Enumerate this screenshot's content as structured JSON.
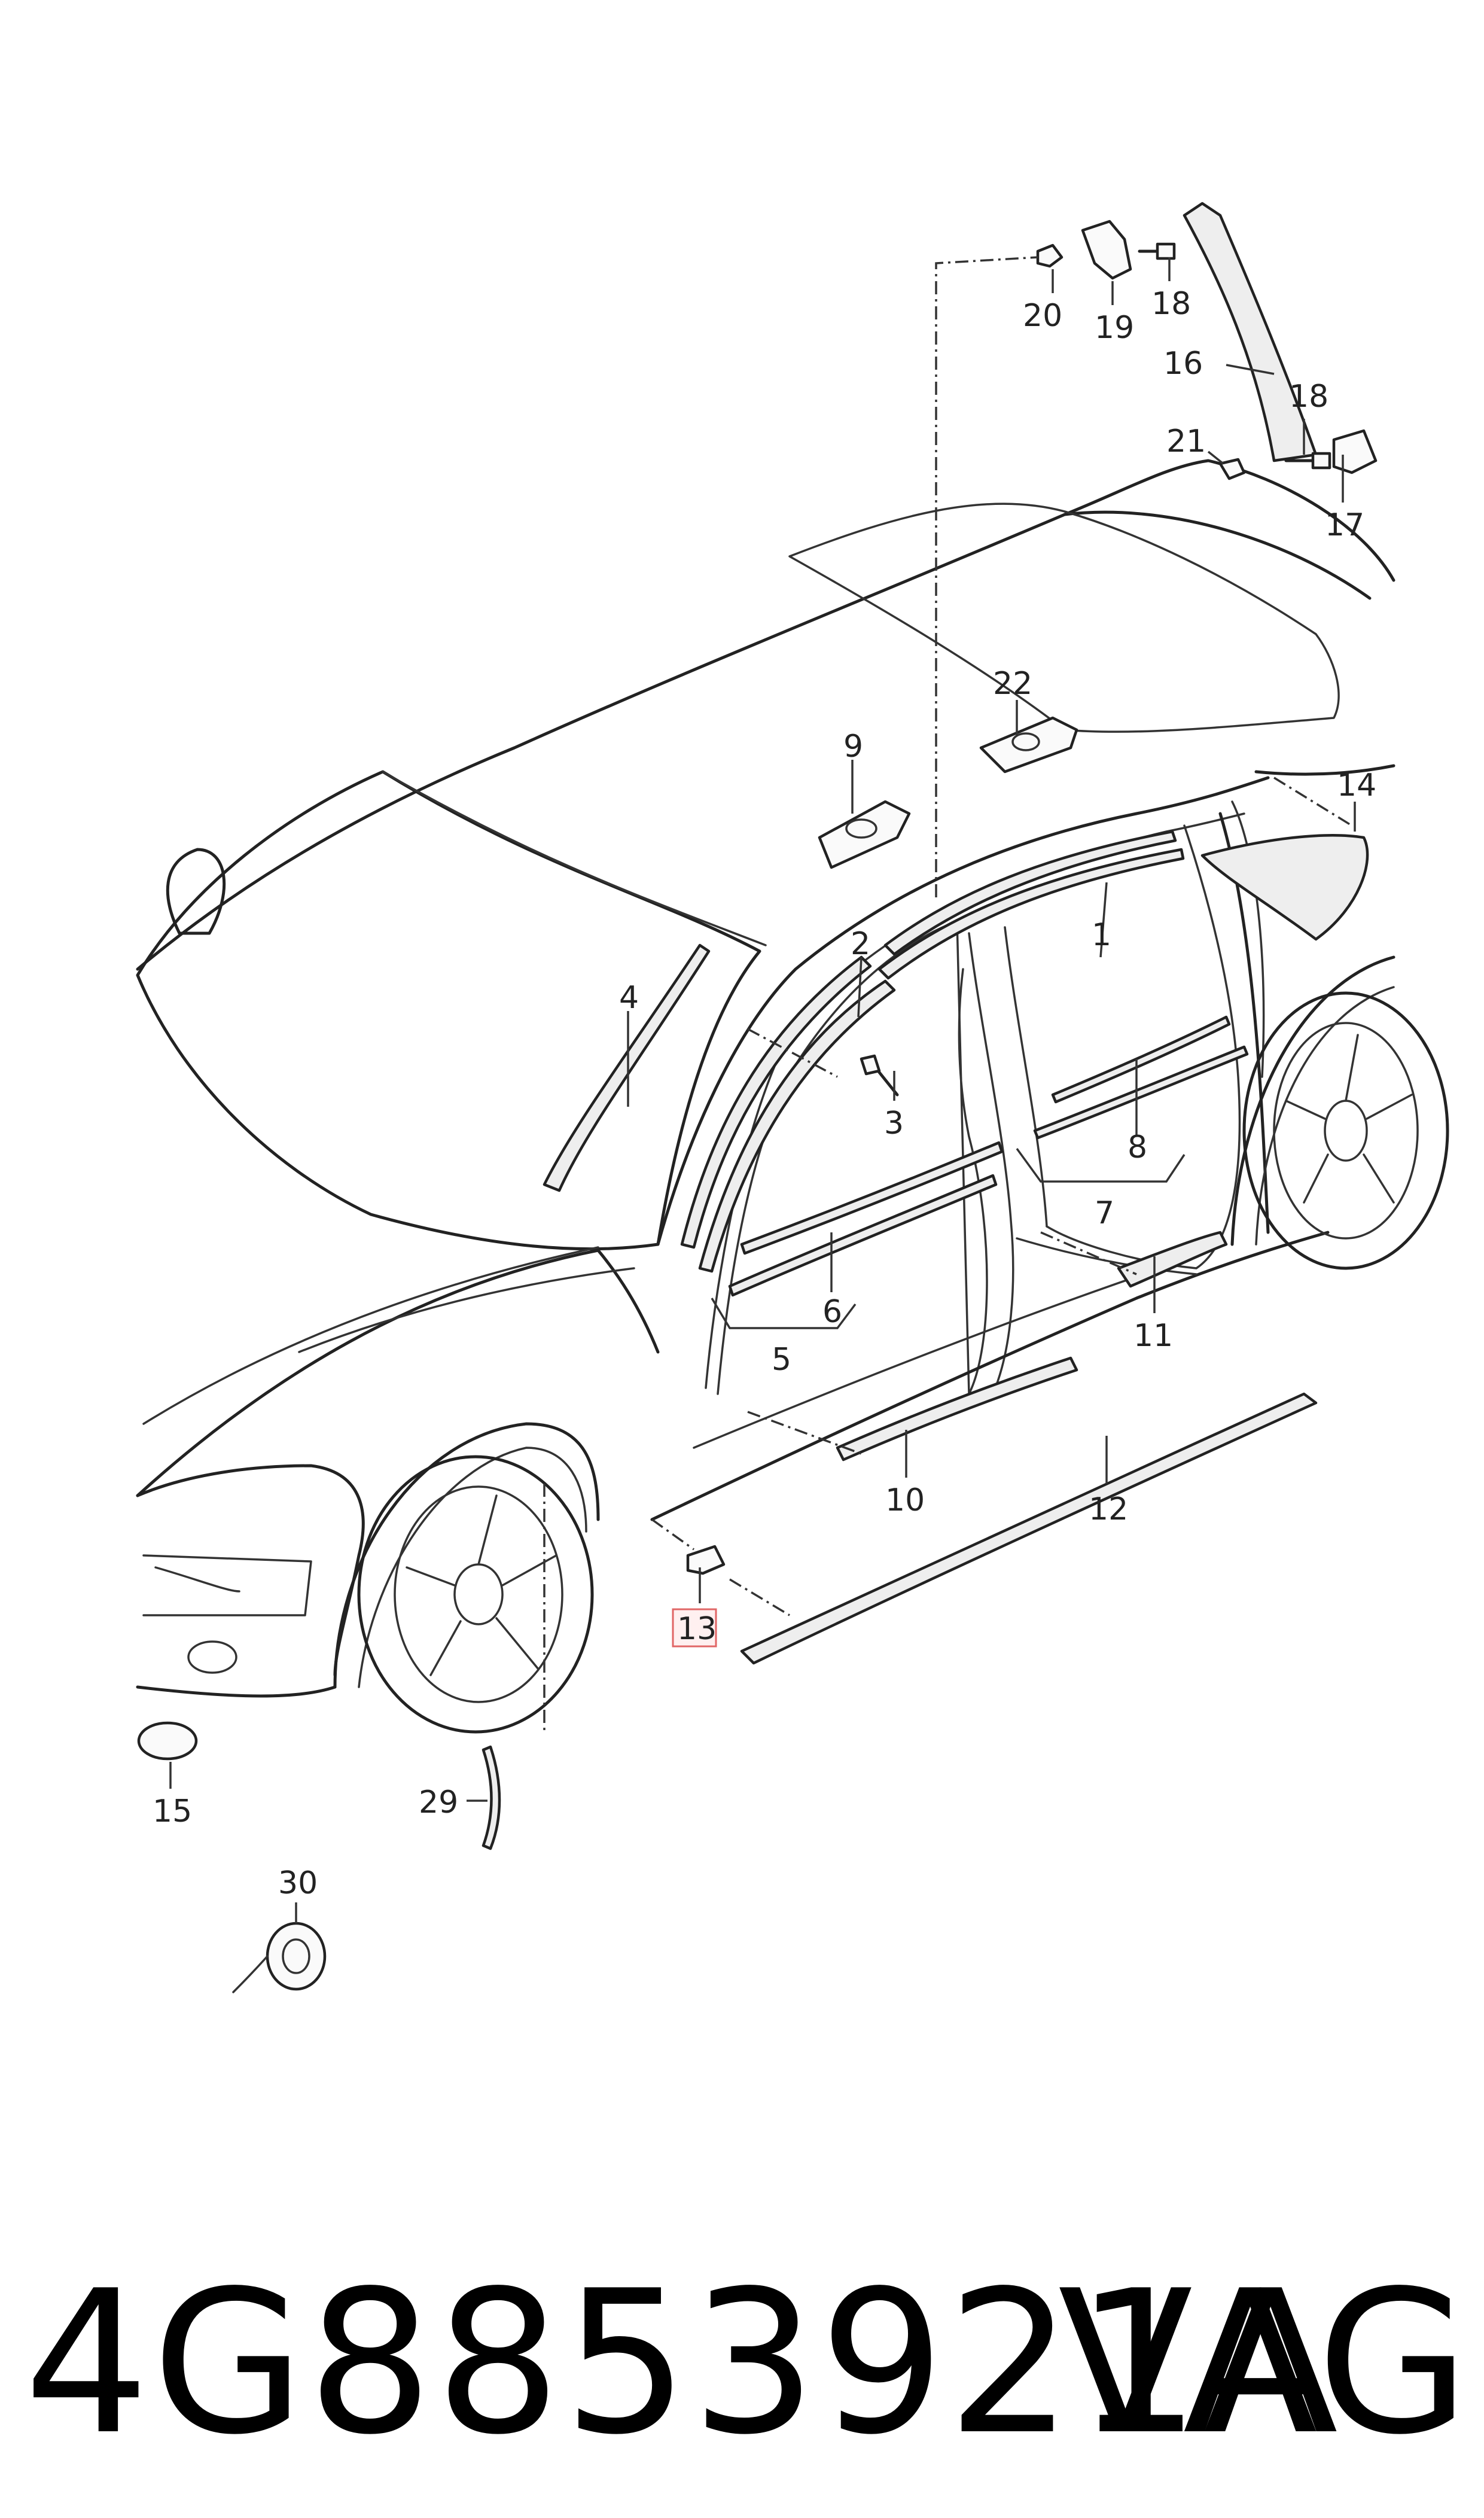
{
  "footer": {
    "part_number": "4G8853921A",
    "brand": "VAG"
  },
  "highlight_color": "#e06666",
  "callouts": {
    "c1": "1",
    "c2": "2",
    "c3": "3",
    "c4": "4",
    "c5": "5",
    "c6": "6",
    "c7": "7",
    "c8": "8",
    "c9": "9",
    "c10": "10",
    "c11": "11",
    "c12": "12",
    "c13": "13",
    "c14": "14",
    "c15": "15",
    "c16": "16",
    "c17": "17",
    "c18a": "18",
    "c18b": "18",
    "c19": "19",
    "c20": "20",
    "c21": "21",
    "c22": "22",
    "c29": "29",
    "c30": "30"
  }
}
